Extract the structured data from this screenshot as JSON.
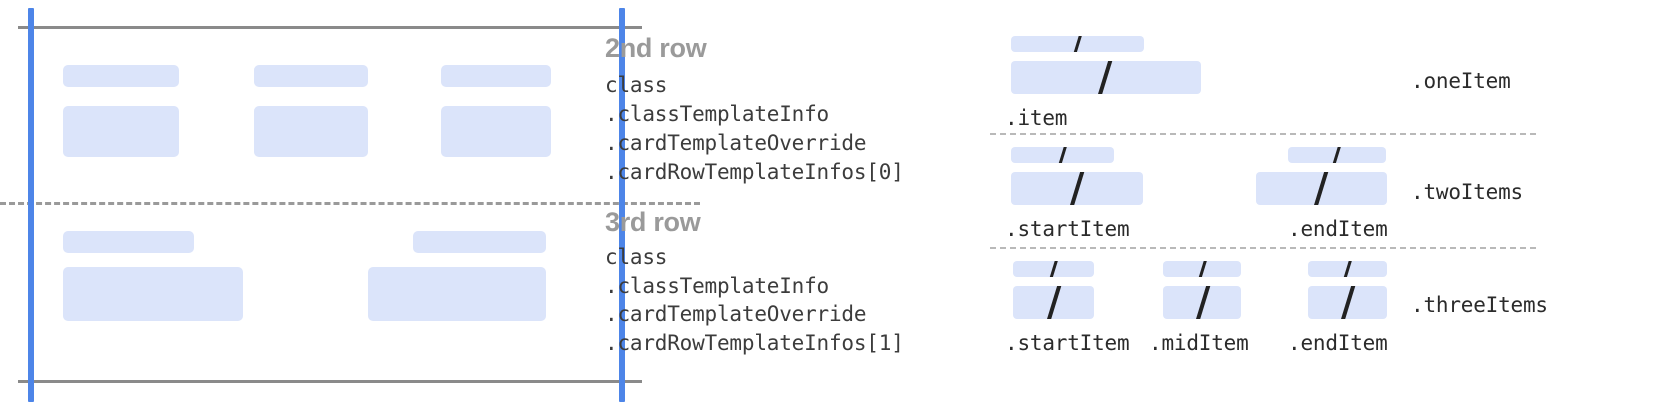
{
  "colors": {
    "rail_blue": "#4d85e8",
    "placeholder_blue": "#dbe4fa",
    "rule_gray": "#8a8a8a",
    "heading_gray": "#9a9a9a",
    "code_text": "#3c3c3c",
    "slash_dark": "#222222",
    "background": "#ffffff"
  },
  "left_panel": {
    "name": "card-rows-preview",
    "rows": [
      {
        "index": 0,
        "name": "second-row-preview",
        "cells": [
          {
            "name": "cell-1",
            "title_bar": true,
            "body_box": true
          },
          {
            "name": "cell-2",
            "title_bar": true,
            "body_box": true
          },
          {
            "name": "cell-3",
            "title_bar": true,
            "body_box": true
          }
        ]
      },
      {
        "index": 1,
        "name": "third-row-preview",
        "cells": [
          {
            "name": "cell-1",
            "title_bar": true,
            "body_box": true
          },
          {
            "name": "cell-2",
            "title_bar": true,
            "body_box": true
          }
        ]
      }
    ],
    "guides": {
      "vertical_rails": 2,
      "horizontal_rules": 2,
      "dashed_row_separator": 1
    }
  },
  "annotations": [
    {
      "name": "second-row-annotation",
      "heading": "2nd row",
      "code_lines": [
        "class",
        ".classTemplateInfo",
        ".cardTemplateOverride",
        ".cardRowTemplateInfos[0]"
      ]
    },
    {
      "name": "third-row-annotation",
      "heading": "3rd row",
      "code_lines": [
        "class",
        ".classTemplateInfo",
        ".cardTemplateOverride",
        ".cardRowTemplateInfos[1]"
      ]
    }
  ],
  "right_panel": {
    "name": "row-layout-variants",
    "variants": [
      {
        "name": "one-item-variant",
        "tag": ".oneItem",
        "items": [
          {
            "name": "item-slot",
            "label": ".item",
            "slash": true
          }
        ]
      },
      {
        "name": "two-items-variant",
        "tag": ".twoItems",
        "items": [
          {
            "name": "start-item-slot",
            "label": ".startItem",
            "slash": true
          },
          {
            "name": "end-item-slot",
            "label": ".endItem",
            "slash": true
          }
        ]
      },
      {
        "name": "three-items-variant",
        "tag": ".threeItems",
        "items": [
          {
            "name": "start-item-slot",
            "label": ".startItem",
            "slash": true
          },
          {
            "name": "mid-item-slot",
            "label": ".midItem",
            "slash": true
          },
          {
            "name": "end-item-slot",
            "label": ".endItem",
            "slash": true
          }
        ]
      }
    ],
    "dashed_separators": 2
  }
}
